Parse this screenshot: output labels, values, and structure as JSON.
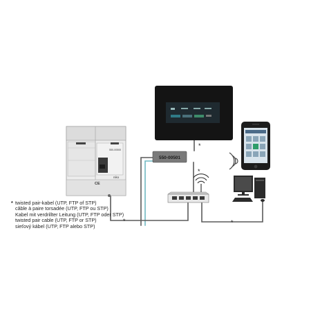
{
  "switch_box": {
    "label": "550-00501"
  },
  "din_module": {
    "model_label": "550-00500",
    "brand": "niko",
    "ce_mark": "CE"
  },
  "cable_marker": "*",
  "legend": {
    "marker": "*",
    "lines": [
      "twisted pair-kabel (UTP, FTP of STP)",
      "câble à paire torsadée (UTP, FTP ou STP)",
      "Kabel mit verdrillter Leitung (UTP, FTP oder STP)",
      "twisted pair cable (UTP, FTP or STP)",
      "sieťový kábel (UTP, FTP alebo STP)"
    ]
  },
  "icons": [
    "din-rail-module-icon",
    "touch-panel-icon",
    "smartphone-icon",
    "wifi-icon",
    "router-icon",
    "desktop-pc-icon"
  ],
  "colors": {
    "cable": "#5a5a5a",
    "highlight_cable": "#6fb8c2",
    "device_dark": "#141414"
  }
}
